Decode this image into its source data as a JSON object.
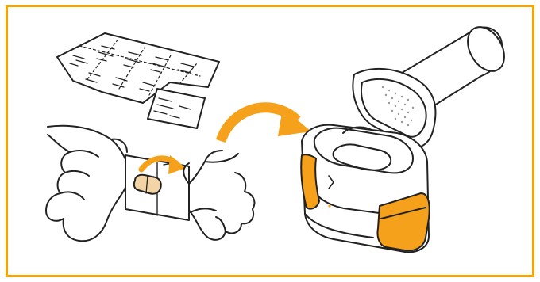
{
  "illustration": {
    "frame_color": "#f5a400",
    "accent_color": "#f5a11b",
    "capsule_color": "#f3d4a6",
    "line_color": "#222222",
    "panels": [
      {
        "name": "blister-pack-sheet",
        "icon": "blister-pack"
      },
      {
        "name": "hands-opening-blister",
        "icon": "hands-with-capsule"
      },
      {
        "name": "transfer-arrow",
        "icon": "curved-arrow"
      },
      {
        "name": "inhaler-device-open",
        "icon": "inhaler"
      }
    ]
  }
}
